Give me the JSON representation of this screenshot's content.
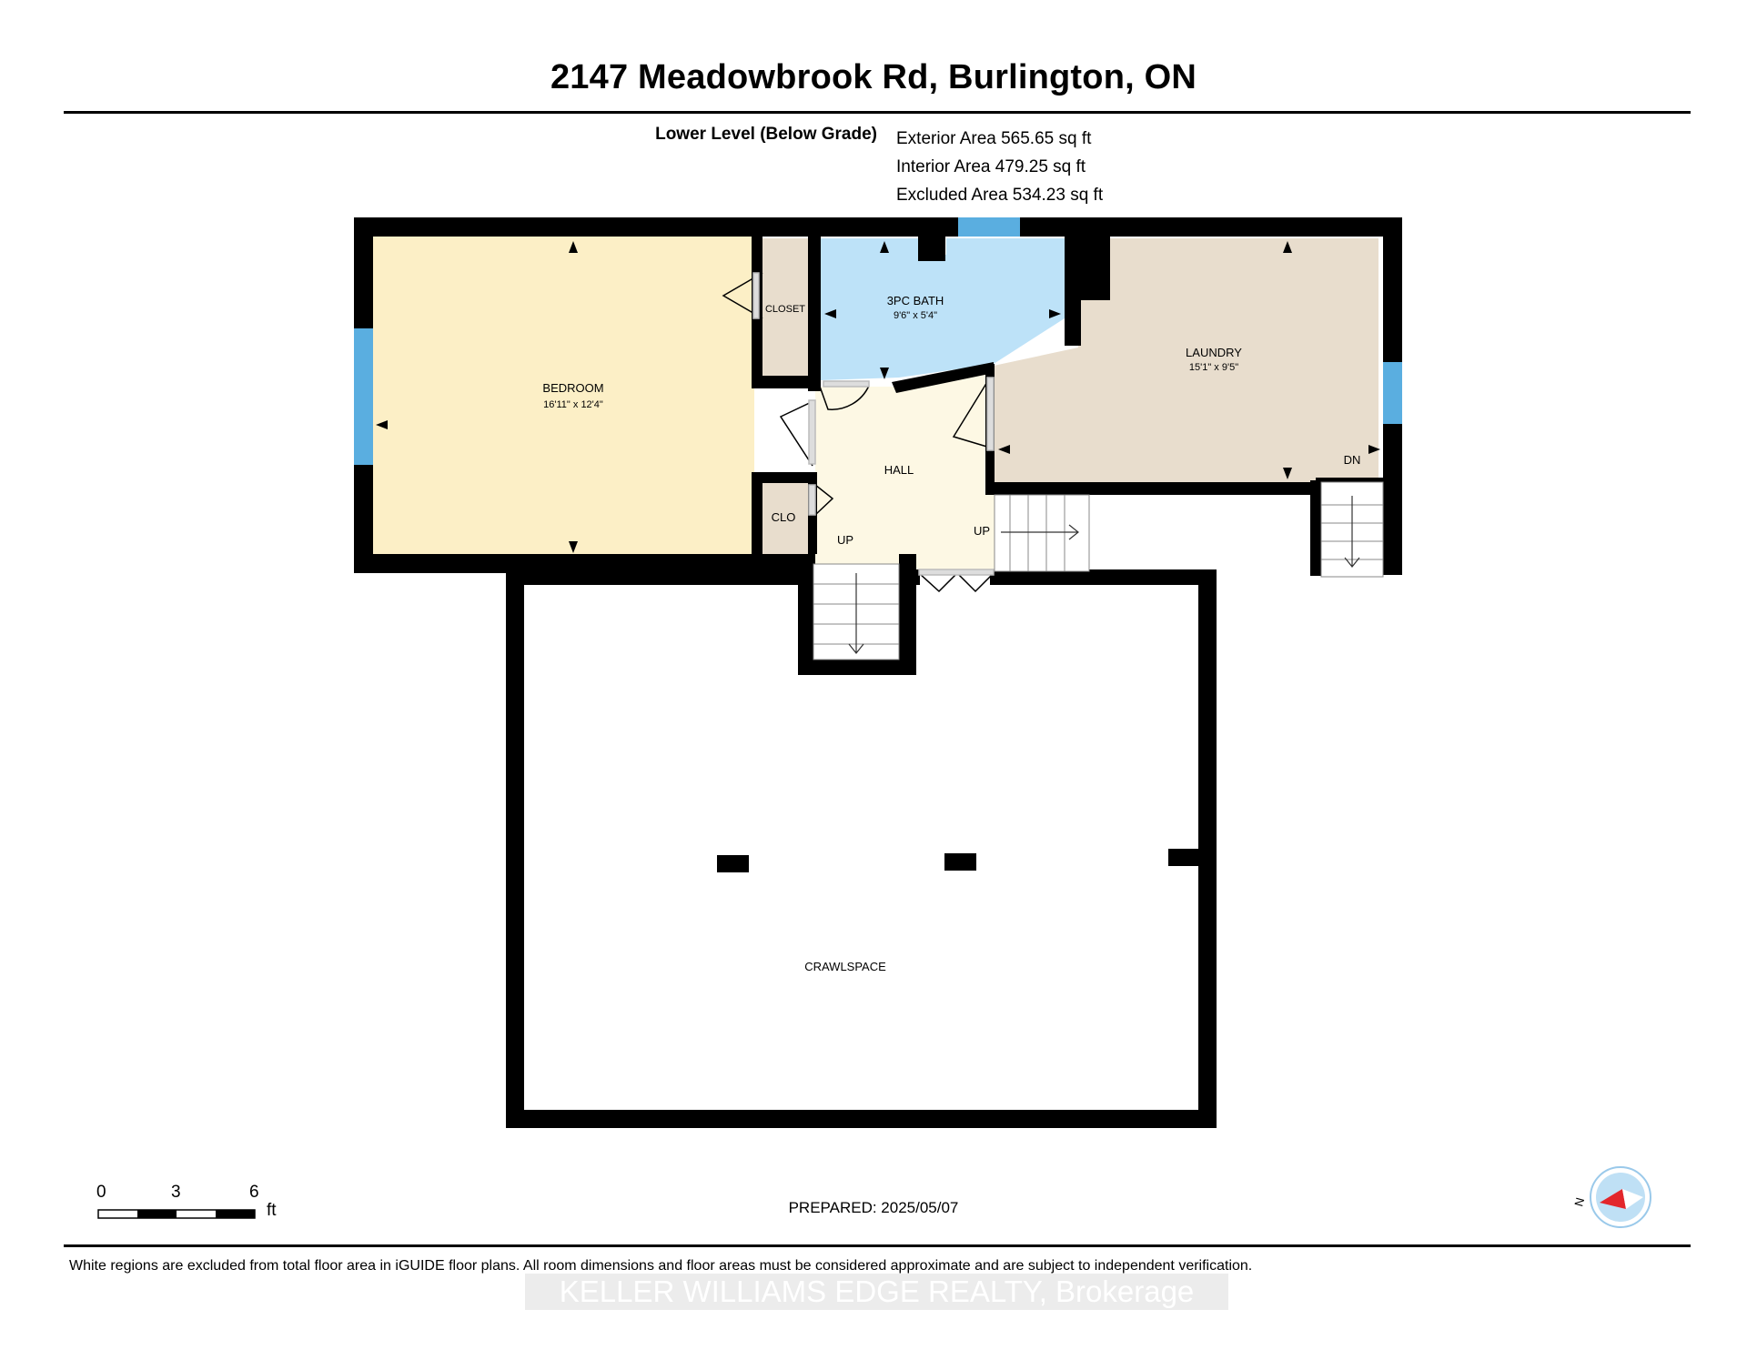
{
  "header": {
    "title": "2147 Meadowbrook Rd, Burlington, ON",
    "level_label": "Lower Level (Below Grade)",
    "exterior_area": "Exterior Area 565.65 sq ft",
    "interior_area": "Interior Area 479.25 sq ft",
    "excluded_area": "Excluded Area 534.23 sq ft"
  },
  "rooms": {
    "bedroom": {
      "name": "BEDROOM",
      "dims": "16'11\" x 12'4\""
    },
    "bath": {
      "name": "3PC BATH",
      "dims": "9'6\" x 5'4\""
    },
    "laundry": {
      "name": "LAUNDRY",
      "dims": "15'1\" x 9'5\""
    },
    "hall": {
      "name": "HALL"
    },
    "closet": {
      "name": "CLOSET"
    },
    "clo": {
      "name": "CLO"
    },
    "crawlspace": {
      "name": "CRAWLSPACE"
    }
  },
  "stairs": {
    "up_left": "UP",
    "up_right": "UP",
    "down": "DN"
  },
  "scale": {
    "ticks": [
      "0",
      "3",
      "6"
    ],
    "unit": "ft"
  },
  "compass": {
    "label": "N"
  },
  "footer": {
    "prepared": "PREPARED: 2025/05/07",
    "disclaimer": "White regions are excluded from total floor area in iGUIDE floor plans. All room dimensions and floor areas must be considered approximate and are subject to independent verification.",
    "brokerage": "KELLER WILLIAMS EDGE REALTY, Brokerage"
  },
  "colors": {
    "bedroom": "#fcefc6",
    "bath": "#bde2f8",
    "laundry": "#e8ddcd",
    "hall": "#fdf8e4",
    "closet": "#e8ddcd",
    "window": "#5aaee0",
    "wall": "#000000",
    "compass_red": "#e3262b",
    "compass_blue": "#bfe0f5"
  }
}
